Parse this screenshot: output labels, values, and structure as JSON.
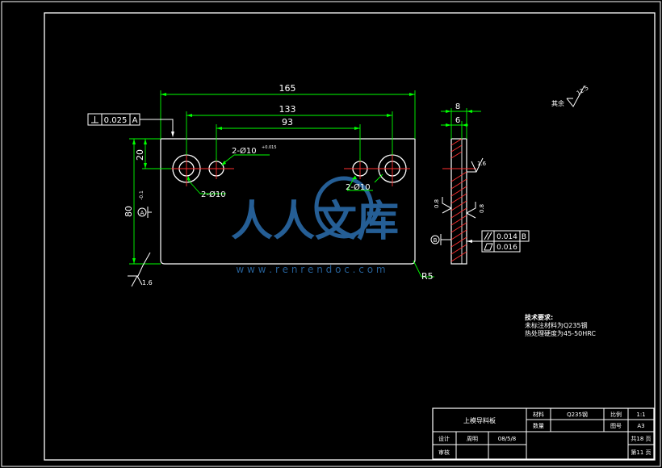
{
  "colors": {
    "background": "#000000",
    "frame": "#ffffff",
    "dimension": "#00ff00",
    "centerline": "#ff3030",
    "symbol": "#ffffff",
    "watermark": "#2c6fb0"
  },
  "dimensions": {
    "overall_width": "165",
    "hole_spacing_outer": "133",
    "hole_spacing_inner": "93",
    "height": "80",
    "height_suffix": "-0.1",
    "top_offset": "20",
    "thickness_total": "8",
    "thickness_step": "6",
    "corner_radius": "R5"
  },
  "callouts": {
    "hole_tol": "2-Ø10",
    "hole_tol_fit": "+0.015",
    "hole_left": "2-Ø10",
    "hole_right": "2-Ø10"
  },
  "tolerances": {
    "perp_value": "0.025",
    "perp_datum": "A",
    "parallel_value": "0.014",
    "parallel_datum": "B",
    "flatness_value": "0.016"
  },
  "roughness": {
    "bottom_left": "1.6",
    "side_top": "1.6",
    "side_left": "0.8",
    "side_right": "0.8",
    "general": "12.5",
    "general_label": "其余"
  },
  "datums": {
    "face_a": "A",
    "face_b": "B"
  },
  "notes": {
    "title": "技术要求:",
    "line1": "未标注材料为Q235钢",
    "line2": "热处理硬度为45-50HRC"
  },
  "title_block": {
    "part_name": "上模导料板",
    "material_label": "材料",
    "material_value": "Q235钢",
    "scale_label": "比例",
    "scale_value": "1:1",
    "qty_label": "数量",
    "drawing_no_label": "图号",
    "drawing_no_value": "A3",
    "design_label": "设计",
    "designer": "周明",
    "date": "08/5/8",
    "review_label": "审核",
    "sheets_total": "共18 页",
    "sheet_current": "第11 页"
  },
  "watermark": {
    "brand": "人人文库",
    "url": "w w w . r e n r e n d o c . c o m"
  }
}
